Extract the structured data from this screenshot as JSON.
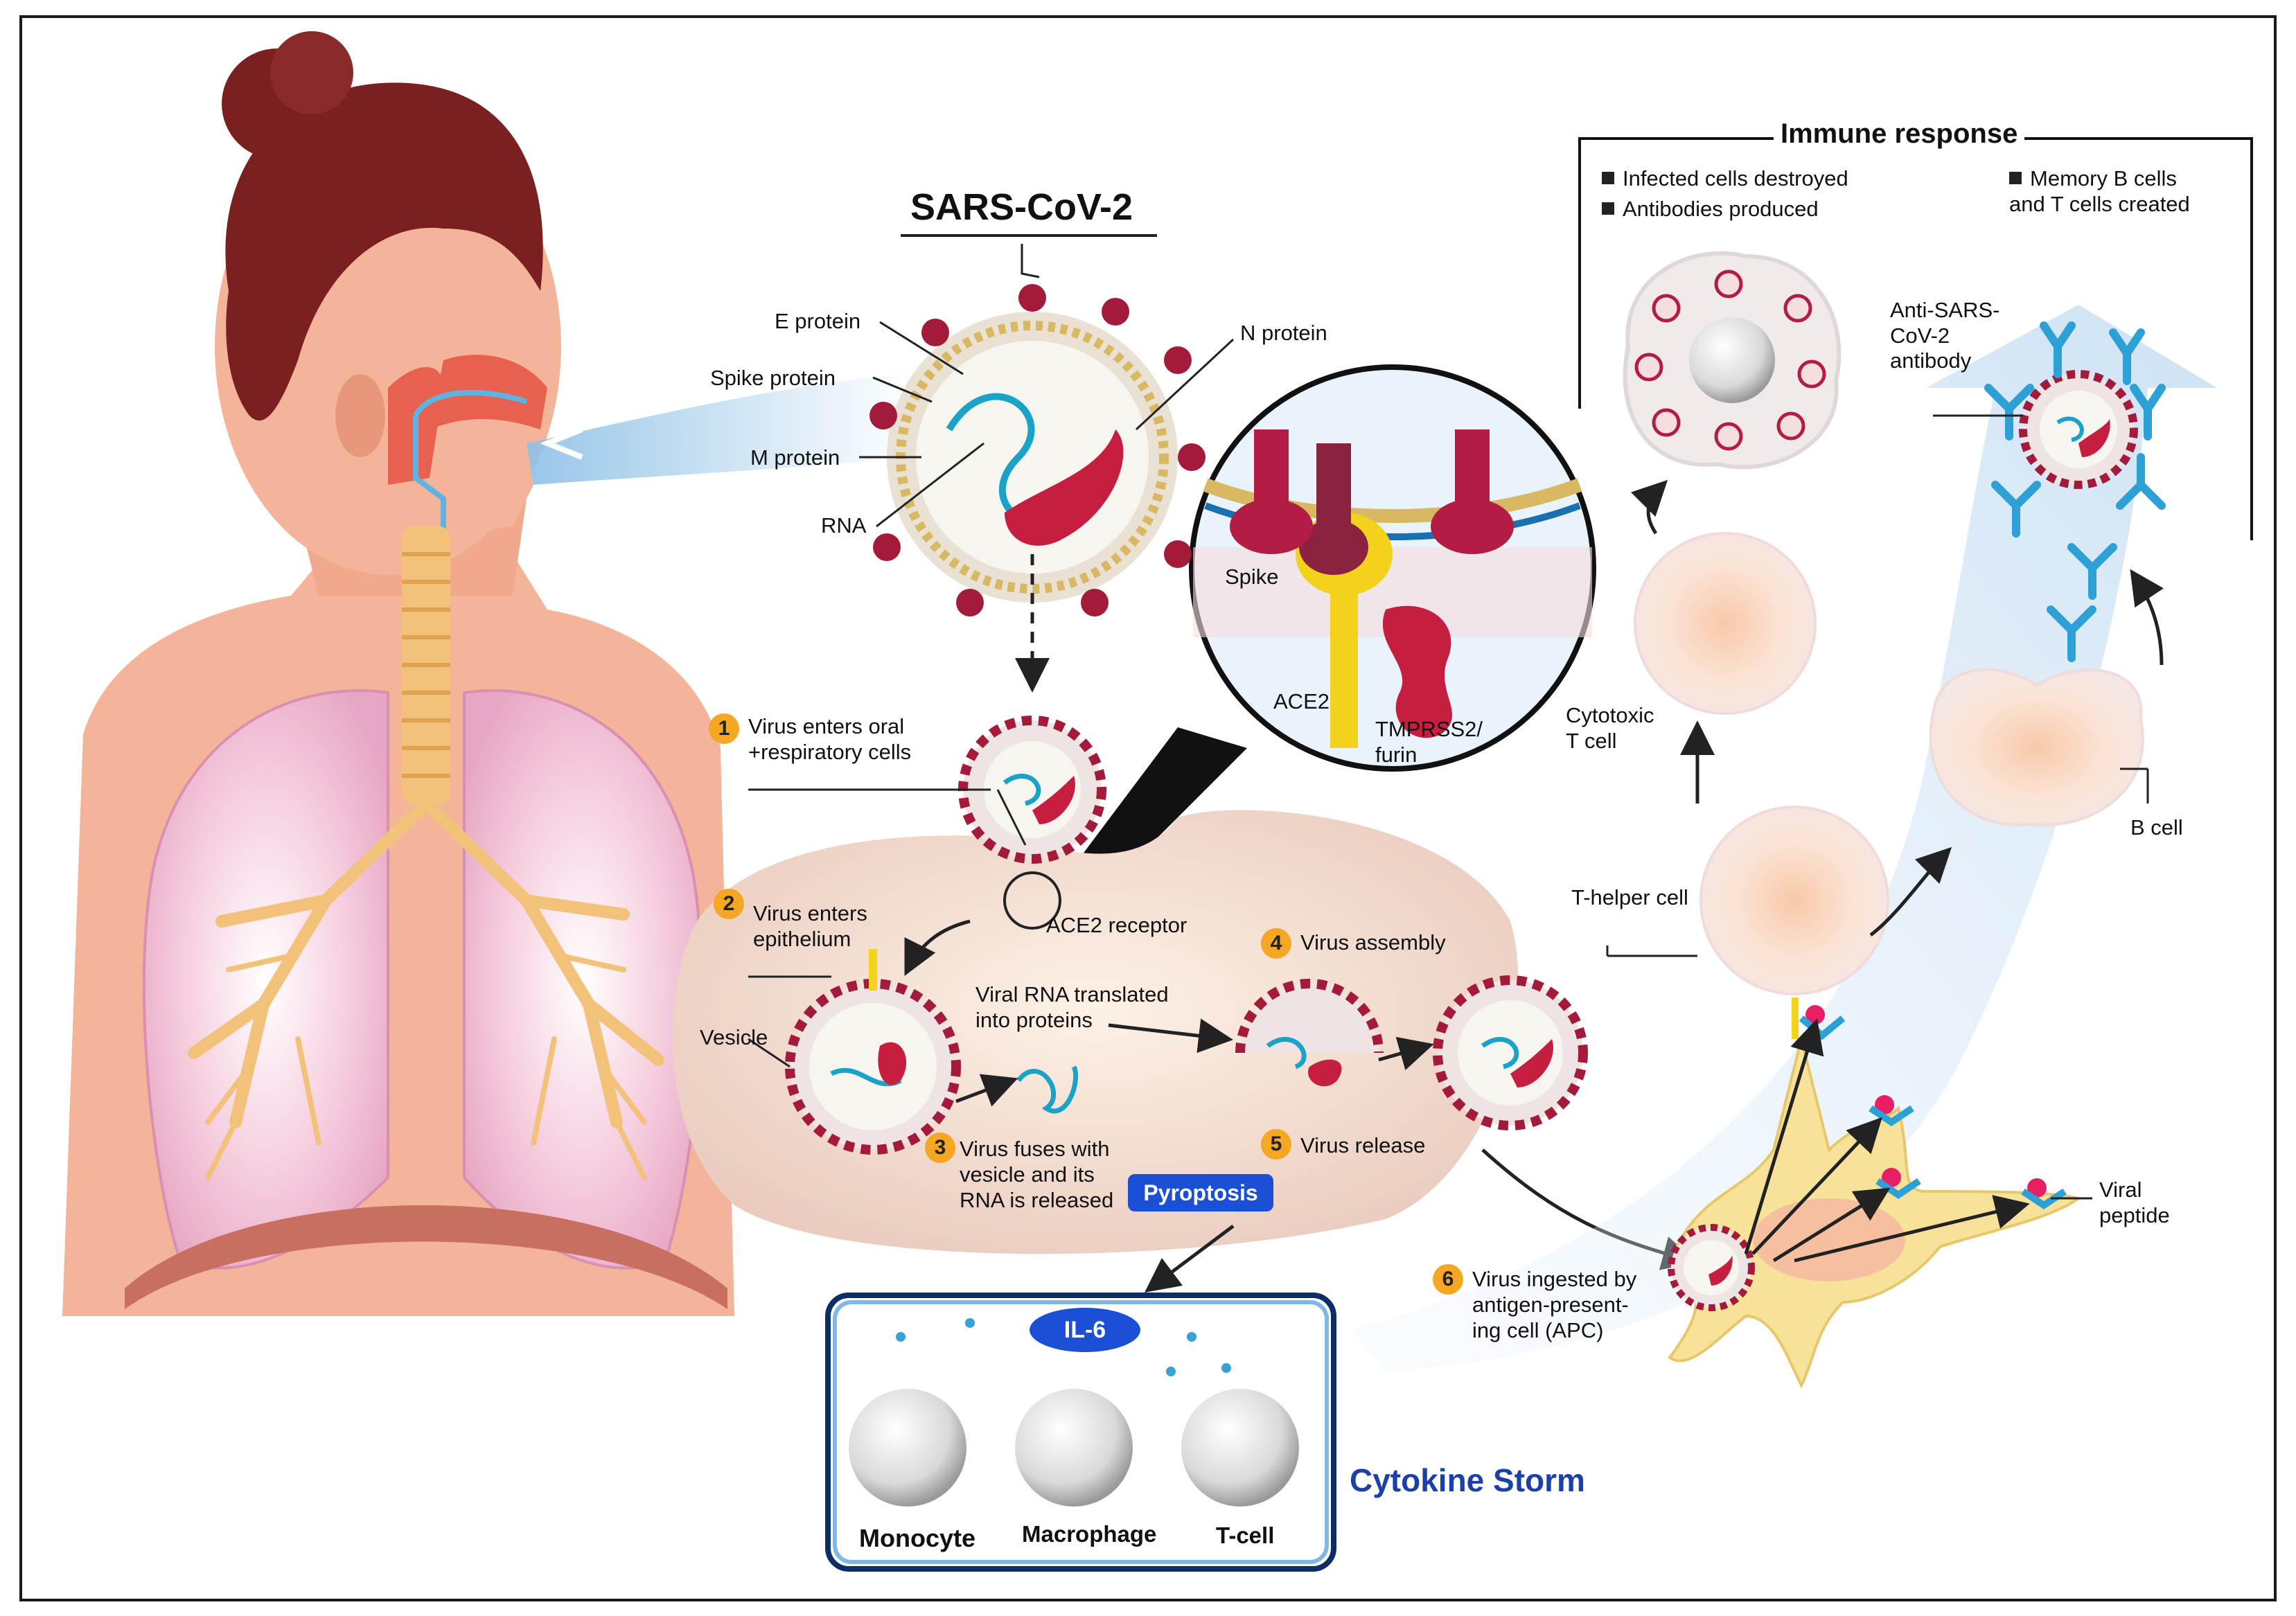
{
  "virus": {
    "title": "SARS-CoV-2",
    "labels": {
      "e_protein": "E protein",
      "spike_protein": "Spike protein",
      "m_protein": "M protein",
      "rna": "RNA",
      "n_protein": "N protein"
    }
  },
  "zoom": {
    "spike": "Spike",
    "ace2": "ACE2",
    "tmprss2": "TMPRSS2/\nfurin"
  },
  "steps": [
    {
      "num": "1",
      "text": "Virus enters oral\n+respiratory cells"
    },
    {
      "num": "2",
      "text": "Virus enters\nepithelium"
    },
    {
      "num": "3",
      "text": "Virus fuses with\nvesicle and its\nRNA is released"
    },
    {
      "num": "4",
      "text": "Virus assembly"
    },
    {
      "num": "5",
      "text": "Virus release"
    },
    {
      "num": "6",
      "text": "Virus ingested by\nantigen-present-\ning cell (APC)"
    }
  ],
  "cell_labels": {
    "ace2_receptor": "ACE2 receptor",
    "vesicle": "Vesicle",
    "translated": "Viral RNA translated\ninto proteins",
    "viral_peptide": "Viral\npeptide"
  },
  "immune": {
    "title": "Immune response",
    "bullets": [
      "Infected cells destroyed",
      "Antibodies produced"
    ],
    "bullets_right": "Memory B cells\nand T cells created",
    "antibody": "Anti-SARS-\nCoV-2\nantibody",
    "cytotoxic": "Cytotoxic\nT cell",
    "t_helper": "T-helper cell",
    "b_cell": "B cell"
  },
  "pyroptosis": "Pyroptosis",
  "storm_box": {
    "il6": "IL-6",
    "cells": [
      "Monocyte",
      "Macrophage",
      "T-cell"
    ],
    "caption": "Cytokine Storm"
  },
  "colors": {
    "skin": "#f4b49a",
    "hair": "#7a2020",
    "virus_spike": "#a31a3a",
    "rna": "#1aa3c7",
    "badge": "#f5a623",
    "pill_blue": "#1a4fd6",
    "storm_text": "#1c3fa8"
  }
}
